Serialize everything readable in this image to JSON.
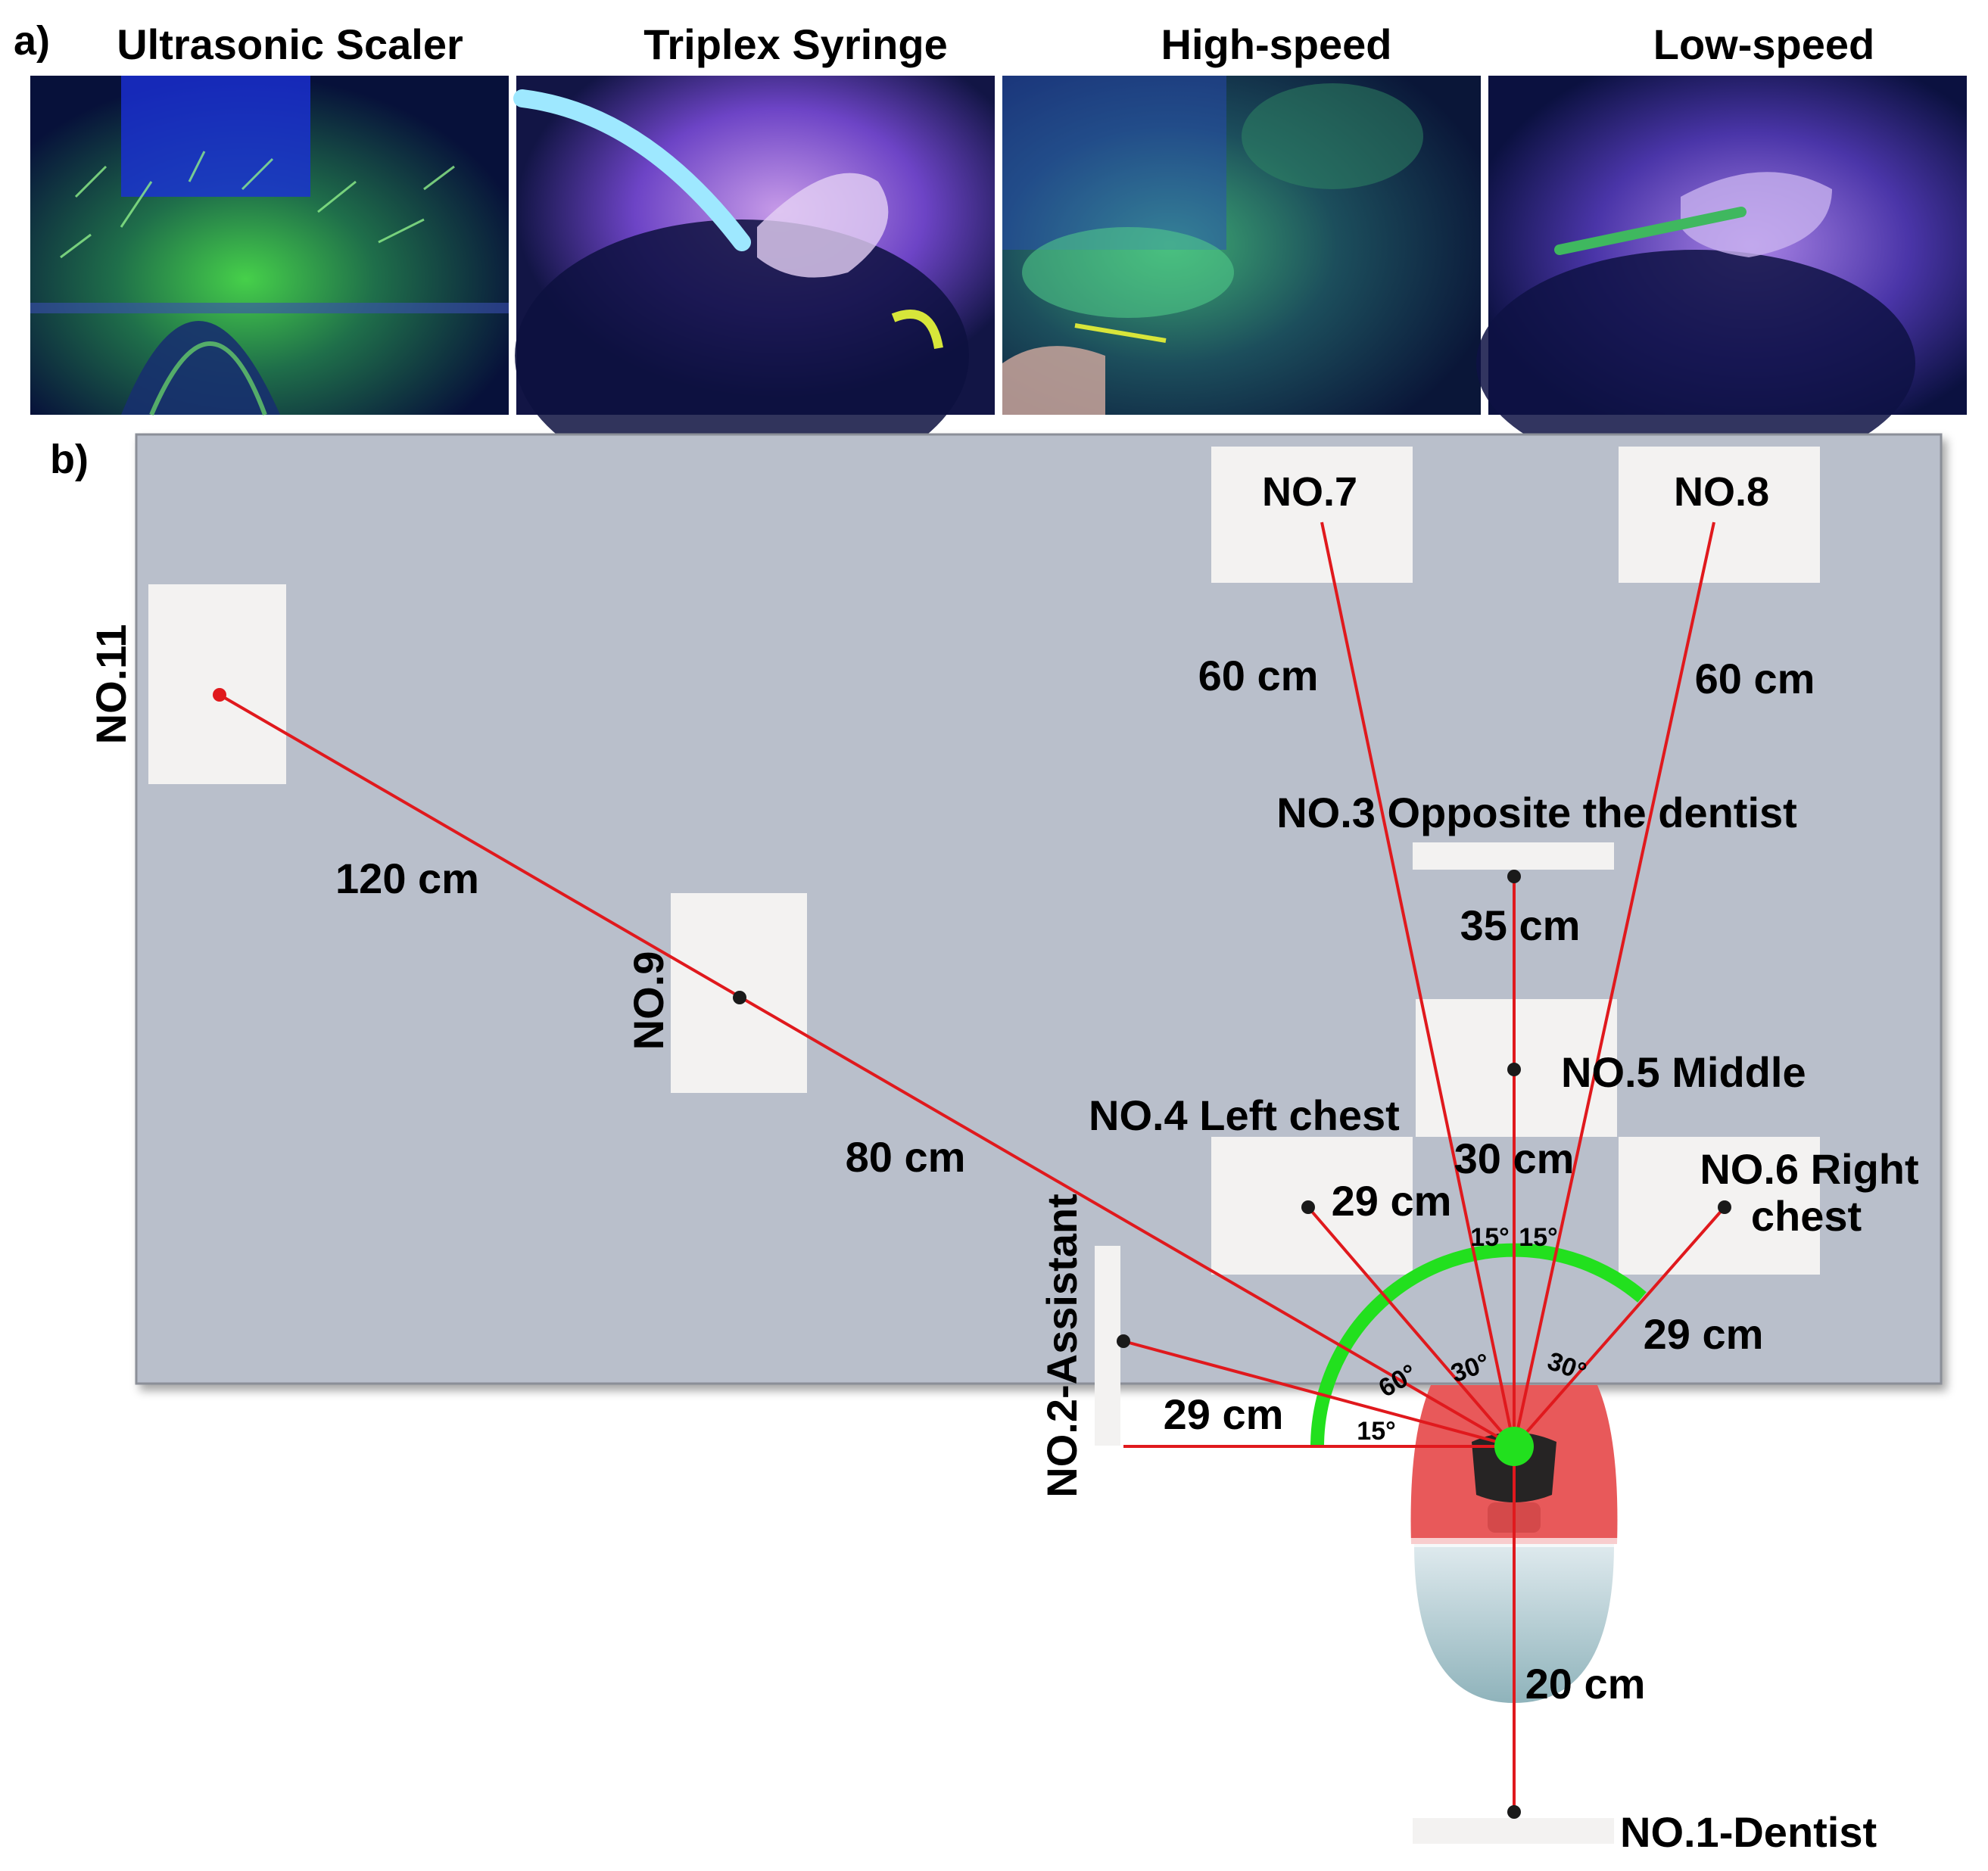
{
  "panel_a": {
    "label": "a)",
    "photos": [
      {
        "title": "Ultrasonic Scaler"
      },
      {
        "title": "Triplex Syringe"
      },
      {
        "title": "High-speed"
      },
      {
        "title": "Low-speed"
      }
    ]
  },
  "panel_b": {
    "label": "b)",
    "sites": {
      "no11": "NO.11",
      "no9": "NO.9",
      "no7": "NO.7",
      "no8": "NO.8",
      "no3": "NO.3 Opposite the dentist",
      "no5": "NO.5 Middle",
      "no4": "NO.4 Left chest",
      "no6_line1": "NO.6 Right",
      "no6_line2": "chest",
      "no2": "NO.2-Assistant",
      "no1": "NO.1-Dentist"
    },
    "distances": {
      "d120": "120 cm",
      "d80": "80 cm",
      "d60_left": "60 cm",
      "d60_right": "60 cm",
      "d35": "35 cm",
      "d30": "30 cm",
      "d29_no4": "29 cm",
      "d29_no6": "29 cm",
      "d29_no2": "29 cm",
      "d20": "20 cm"
    },
    "angles": {
      "a15_left": "15°",
      "a15_right": "15°",
      "a30_left": "30°",
      "a30_right": "30°",
      "a60": "60°",
      "a15_bottom": "15°"
    },
    "colors": {
      "board": "#b9bfcb",
      "line": "#e0191d",
      "arc": "#22e01e",
      "paper": "#f3f2f1",
      "head": "#e8595a",
      "mask": "#b9cfd4"
    }
  }
}
